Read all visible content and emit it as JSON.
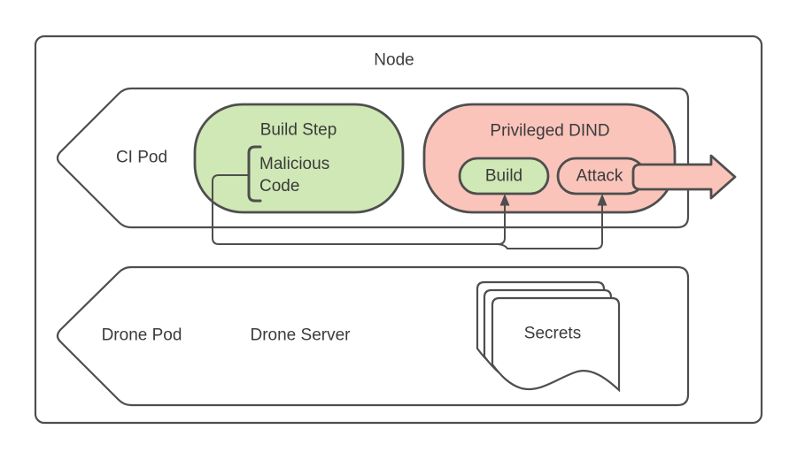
{
  "colors": {
    "green_fill": "#cfe8b5",
    "pink_fill": "#fac4bb",
    "stroke_gray": "#4e4e4e",
    "text": "#3b3b3b",
    "background": "#ffffff"
  },
  "node": {
    "label": "Node"
  },
  "ci_pod": {
    "label": "CI Pod",
    "build_step": {
      "label": "Build Step",
      "annotation": "Malicious\nCode"
    },
    "privileged_dind": {
      "label": "Privileged DIND",
      "build": {
        "label": "Build"
      },
      "attack": {
        "label": "Attack"
      }
    }
  },
  "drone_pod": {
    "label": "Drone Pod",
    "drone_server": {
      "label": "Drone Server"
    },
    "secrets": {
      "label": "Secrets"
    }
  },
  "connections": [
    {
      "from": "malicious-code",
      "to": "build-container",
      "style": "elbow-arrow"
    },
    {
      "from": "malicious-code",
      "to": "attack-container",
      "style": "elbow-arrow"
    },
    {
      "from": "attack-container",
      "to": "outside-ci-pod",
      "style": "block-arrow"
    }
  ]
}
